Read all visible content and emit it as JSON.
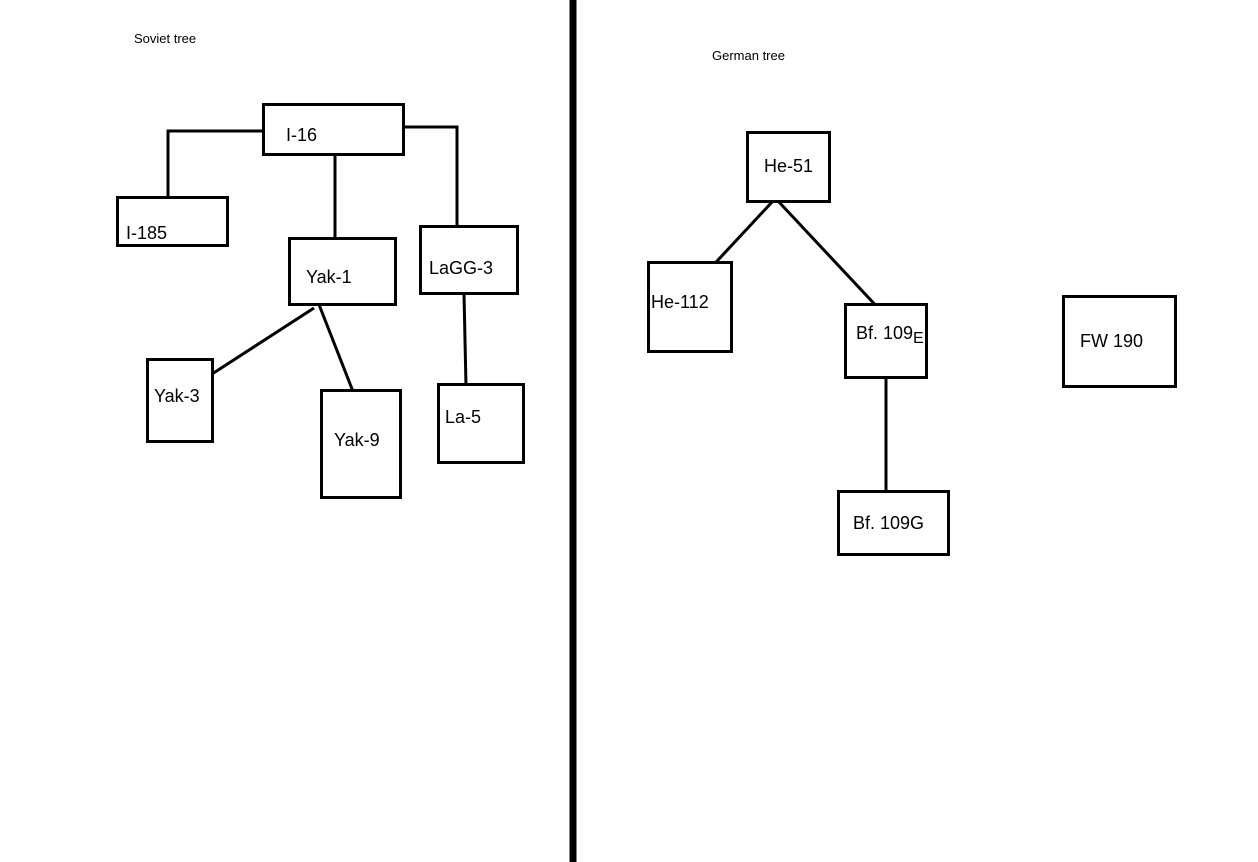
{
  "soviet": {
    "title": "Soviet tree",
    "nodes": {
      "i16": "I-16",
      "i185": "I-185",
      "yak1": "Yak-1",
      "lagg3": "LaGG-3",
      "yak3": "Yak-3",
      "yak9": "Yak-9",
      "la5": "La-5"
    }
  },
  "german": {
    "title": "German tree",
    "nodes": {
      "he51": "He-51",
      "he112": "He-112",
      "bf109e_main": "Bf. 109",
      "bf109e_suffix": "E",
      "bf109g": "Bf. 109G",
      "fw190": "FW 190"
    }
  },
  "colors": {
    "line": "#000000",
    "background": "#ffffff"
  }
}
